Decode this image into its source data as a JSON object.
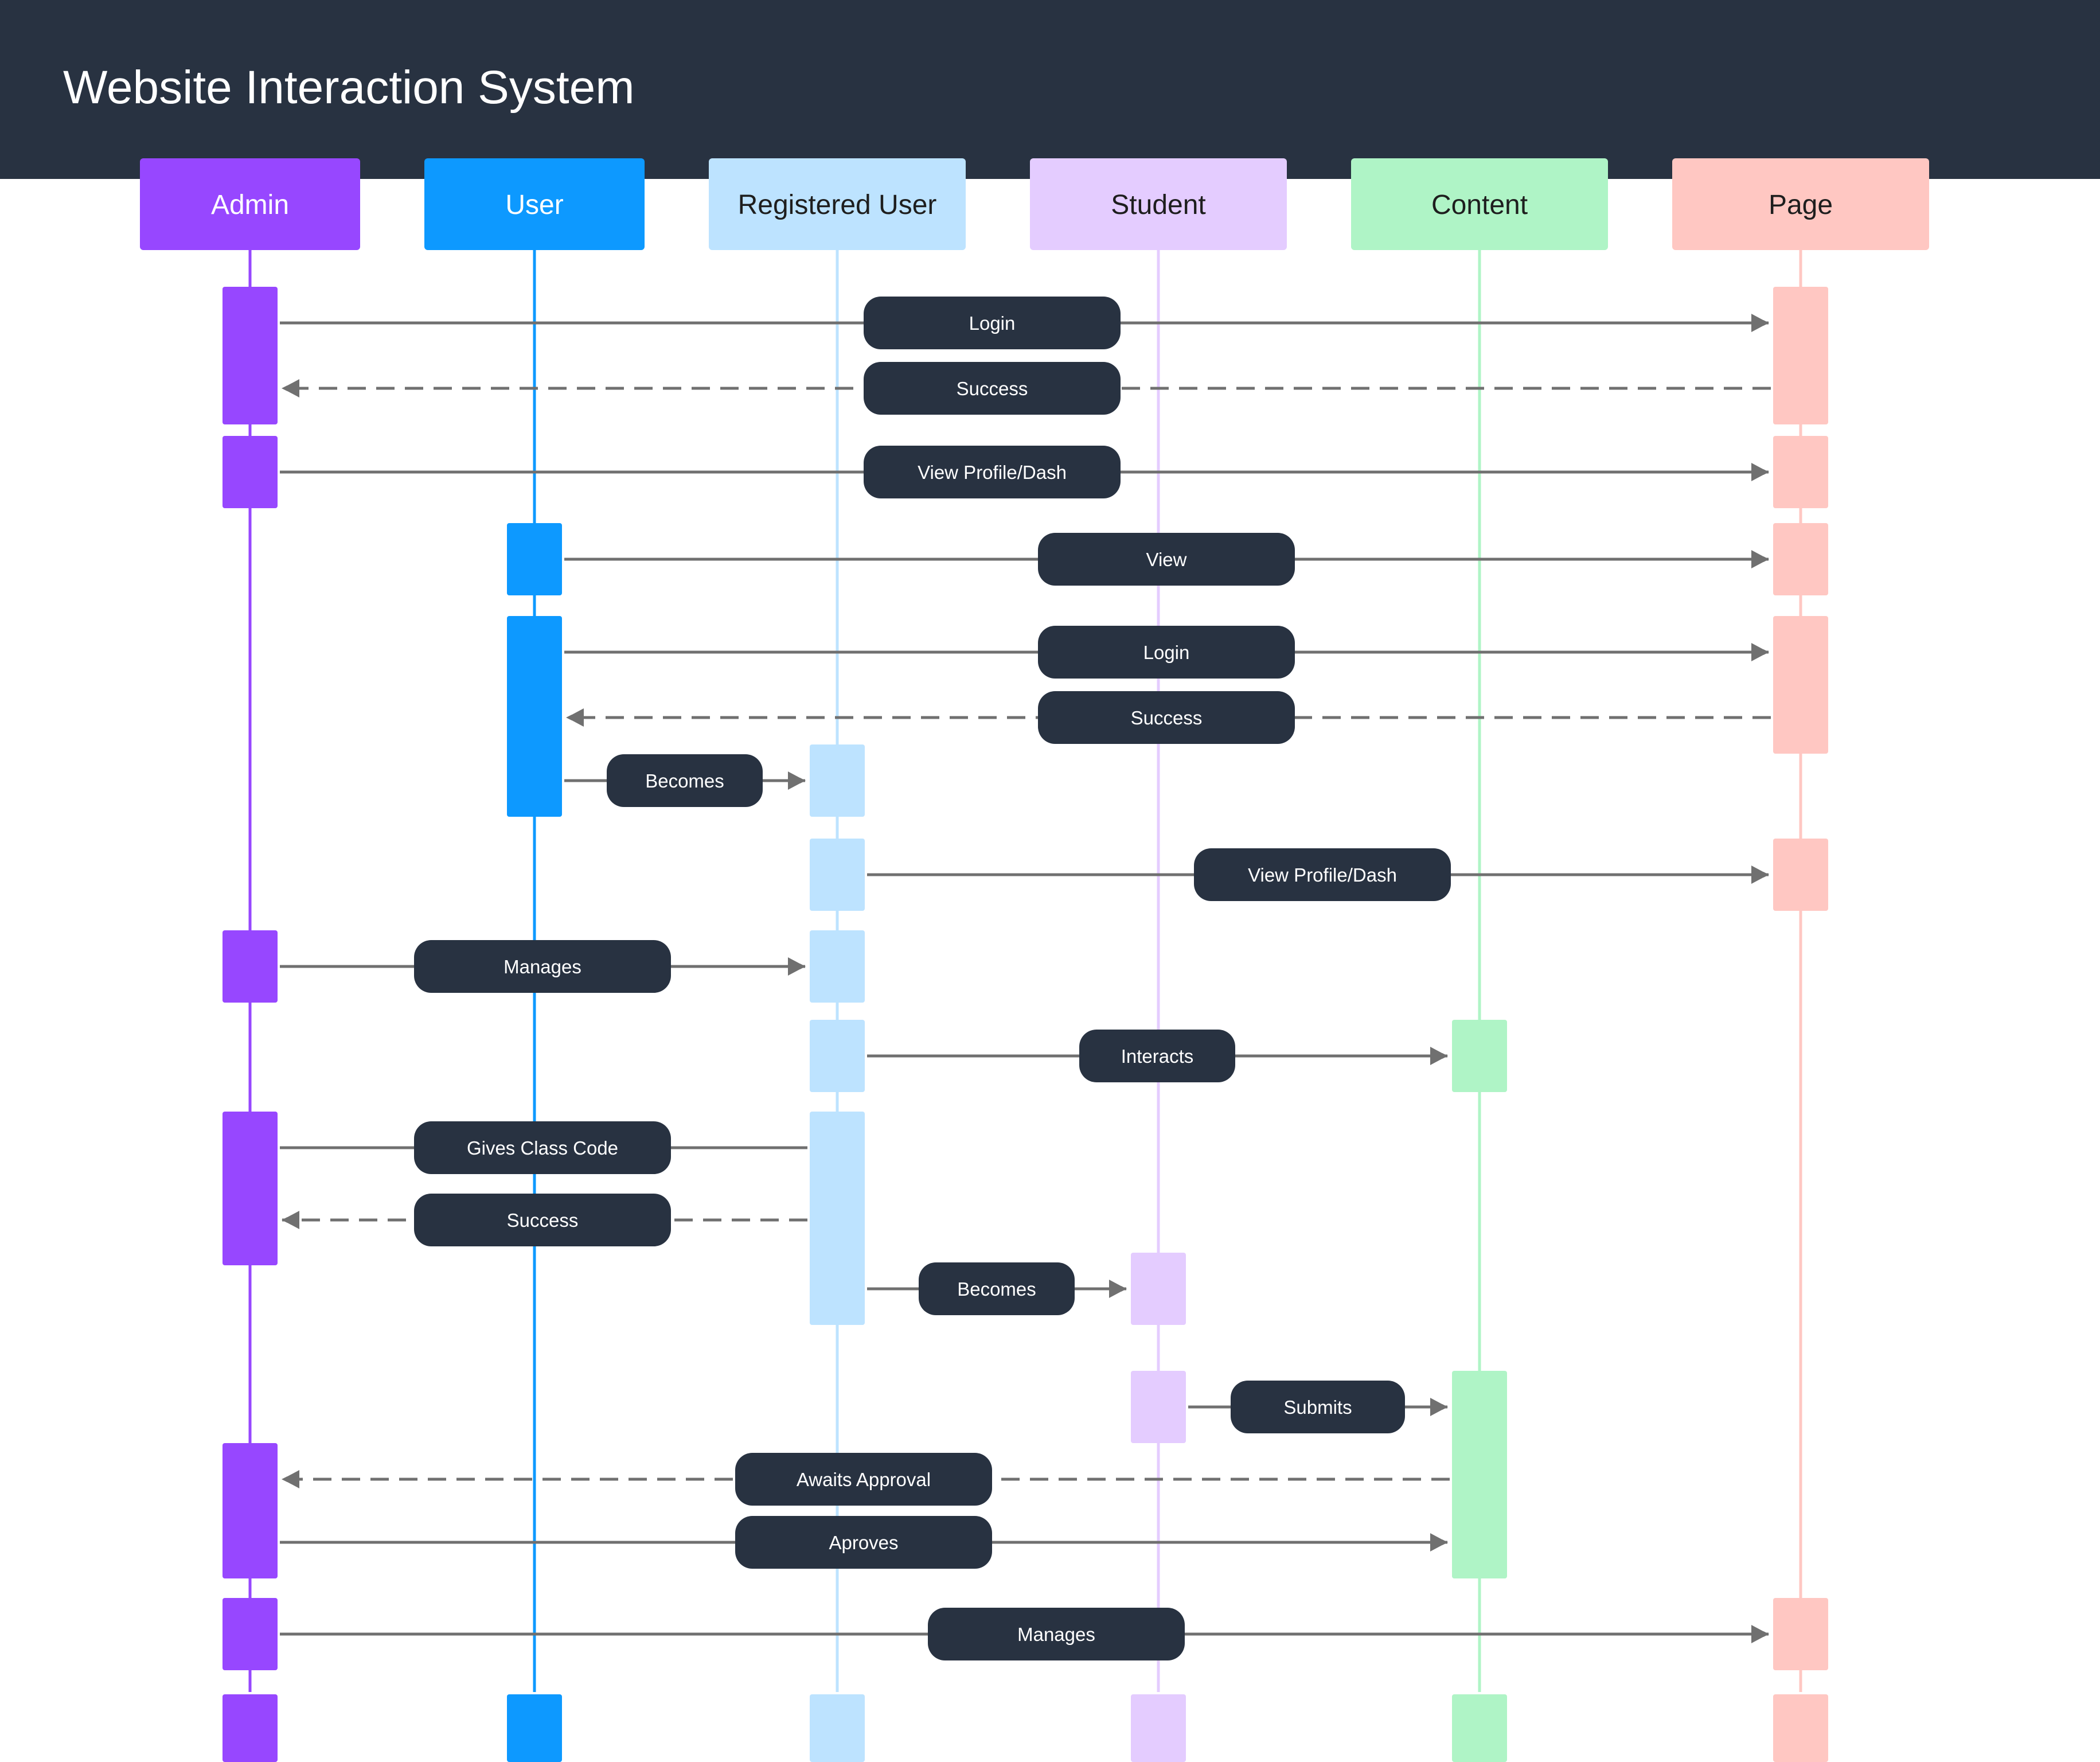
{
  "title": "Website Interaction System",
  "colors": {
    "header_bg": "#283241",
    "arrow": "#707070",
    "label_bg": "#283241",
    "label_text": "#ffffff"
  },
  "participants": [
    {
      "id": "admin",
      "label": "Admin",
      "box_color": "#9747FF",
      "text_color": "#ffffff",
      "line_color": "#9747FF",
      "activation_color": "#9747FF"
    },
    {
      "id": "user",
      "label": "User",
      "box_color": "#0D99FF",
      "text_color": "#ffffff",
      "line_color": "#0D99FF",
      "activation_color": "#0D99FF"
    },
    {
      "id": "registered_user",
      "label": "Registered User",
      "box_color": "#BDE3FF",
      "text_color": "#1e1e1e",
      "line_color": "#BDE3FF",
      "activation_color": "#BDE3FF"
    },
    {
      "id": "student",
      "label": "Student",
      "box_color": "#E4CCFF",
      "text_color": "#1e1e1e",
      "line_color": "#E4CCFF",
      "activation_color": "#E4CCFF"
    },
    {
      "id": "content",
      "label": "Content",
      "box_color": "#AFF4C6",
      "text_color": "#1e1e1e",
      "line_color": "#AFF4C6",
      "activation_color": "#AFF4C6"
    },
    {
      "id": "page",
      "label": "Page",
      "box_color": "#FFC7C2",
      "text_color": "#1e1e1e",
      "line_color": "#FFC7C2",
      "activation_color": "#FFC7C2"
    }
  ],
  "messages": [
    {
      "from": "admin",
      "to": "page",
      "label": "Login",
      "style": "solid"
    },
    {
      "from": "page",
      "to": "admin",
      "label": "Success",
      "style": "dashed"
    },
    {
      "from": "admin",
      "to": "page",
      "label": "View Profile/Dash",
      "style": "solid"
    },
    {
      "from": "user",
      "to": "page",
      "label": "View",
      "style": "solid"
    },
    {
      "from": "user",
      "to": "page",
      "label": "Login",
      "style": "solid"
    },
    {
      "from": "page",
      "to": "user",
      "label": "Success",
      "style": "dashed"
    },
    {
      "from": "user",
      "to": "registered_user",
      "label": "Becomes",
      "style": "solid"
    },
    {
      "from": "registered_user",
      "to": "page",
      "label": "View Profile/Dash",
      "style": "solid"
    },
    {
      "from": "admin",
      "to": "registered_user",
      "label": "Manages",
      "style": "solid"
    },
    {
      "from": "registered_user",
      "to": "content",
      "label": "Interacts",
      "style": "solid"
    },
    {
      "from": "admin",
      "to": "registered_user",
      "label": "Gives Class Code",
      "style": "solid",
      "arrowhead": false
    },
    {
      "from": "registered_user",
      "to": "admin",
      "label": "Success",
      "style": "dashed"
    },
    {
      "from": "registered_user",
      "to": "student",
      "label": "Becomes",
      "style": "solid"
    },
    {
      "from": "student",
      "to": "content",
      "label": "Submits",
      "style": "solid"
    },
    {
      "from": "content",
      "to": "admin",
      "label": "Awaits Approval",
      "style": "dashed"
    },
    {
      "from": "admin",
      "to": "content",
      "label": "Aproves",
      "style": "solid"
    },
    {
      "from": "admin",
      "to": "page",
      "label": "Manages",
      "style": "solid"
    }
  ]
}
